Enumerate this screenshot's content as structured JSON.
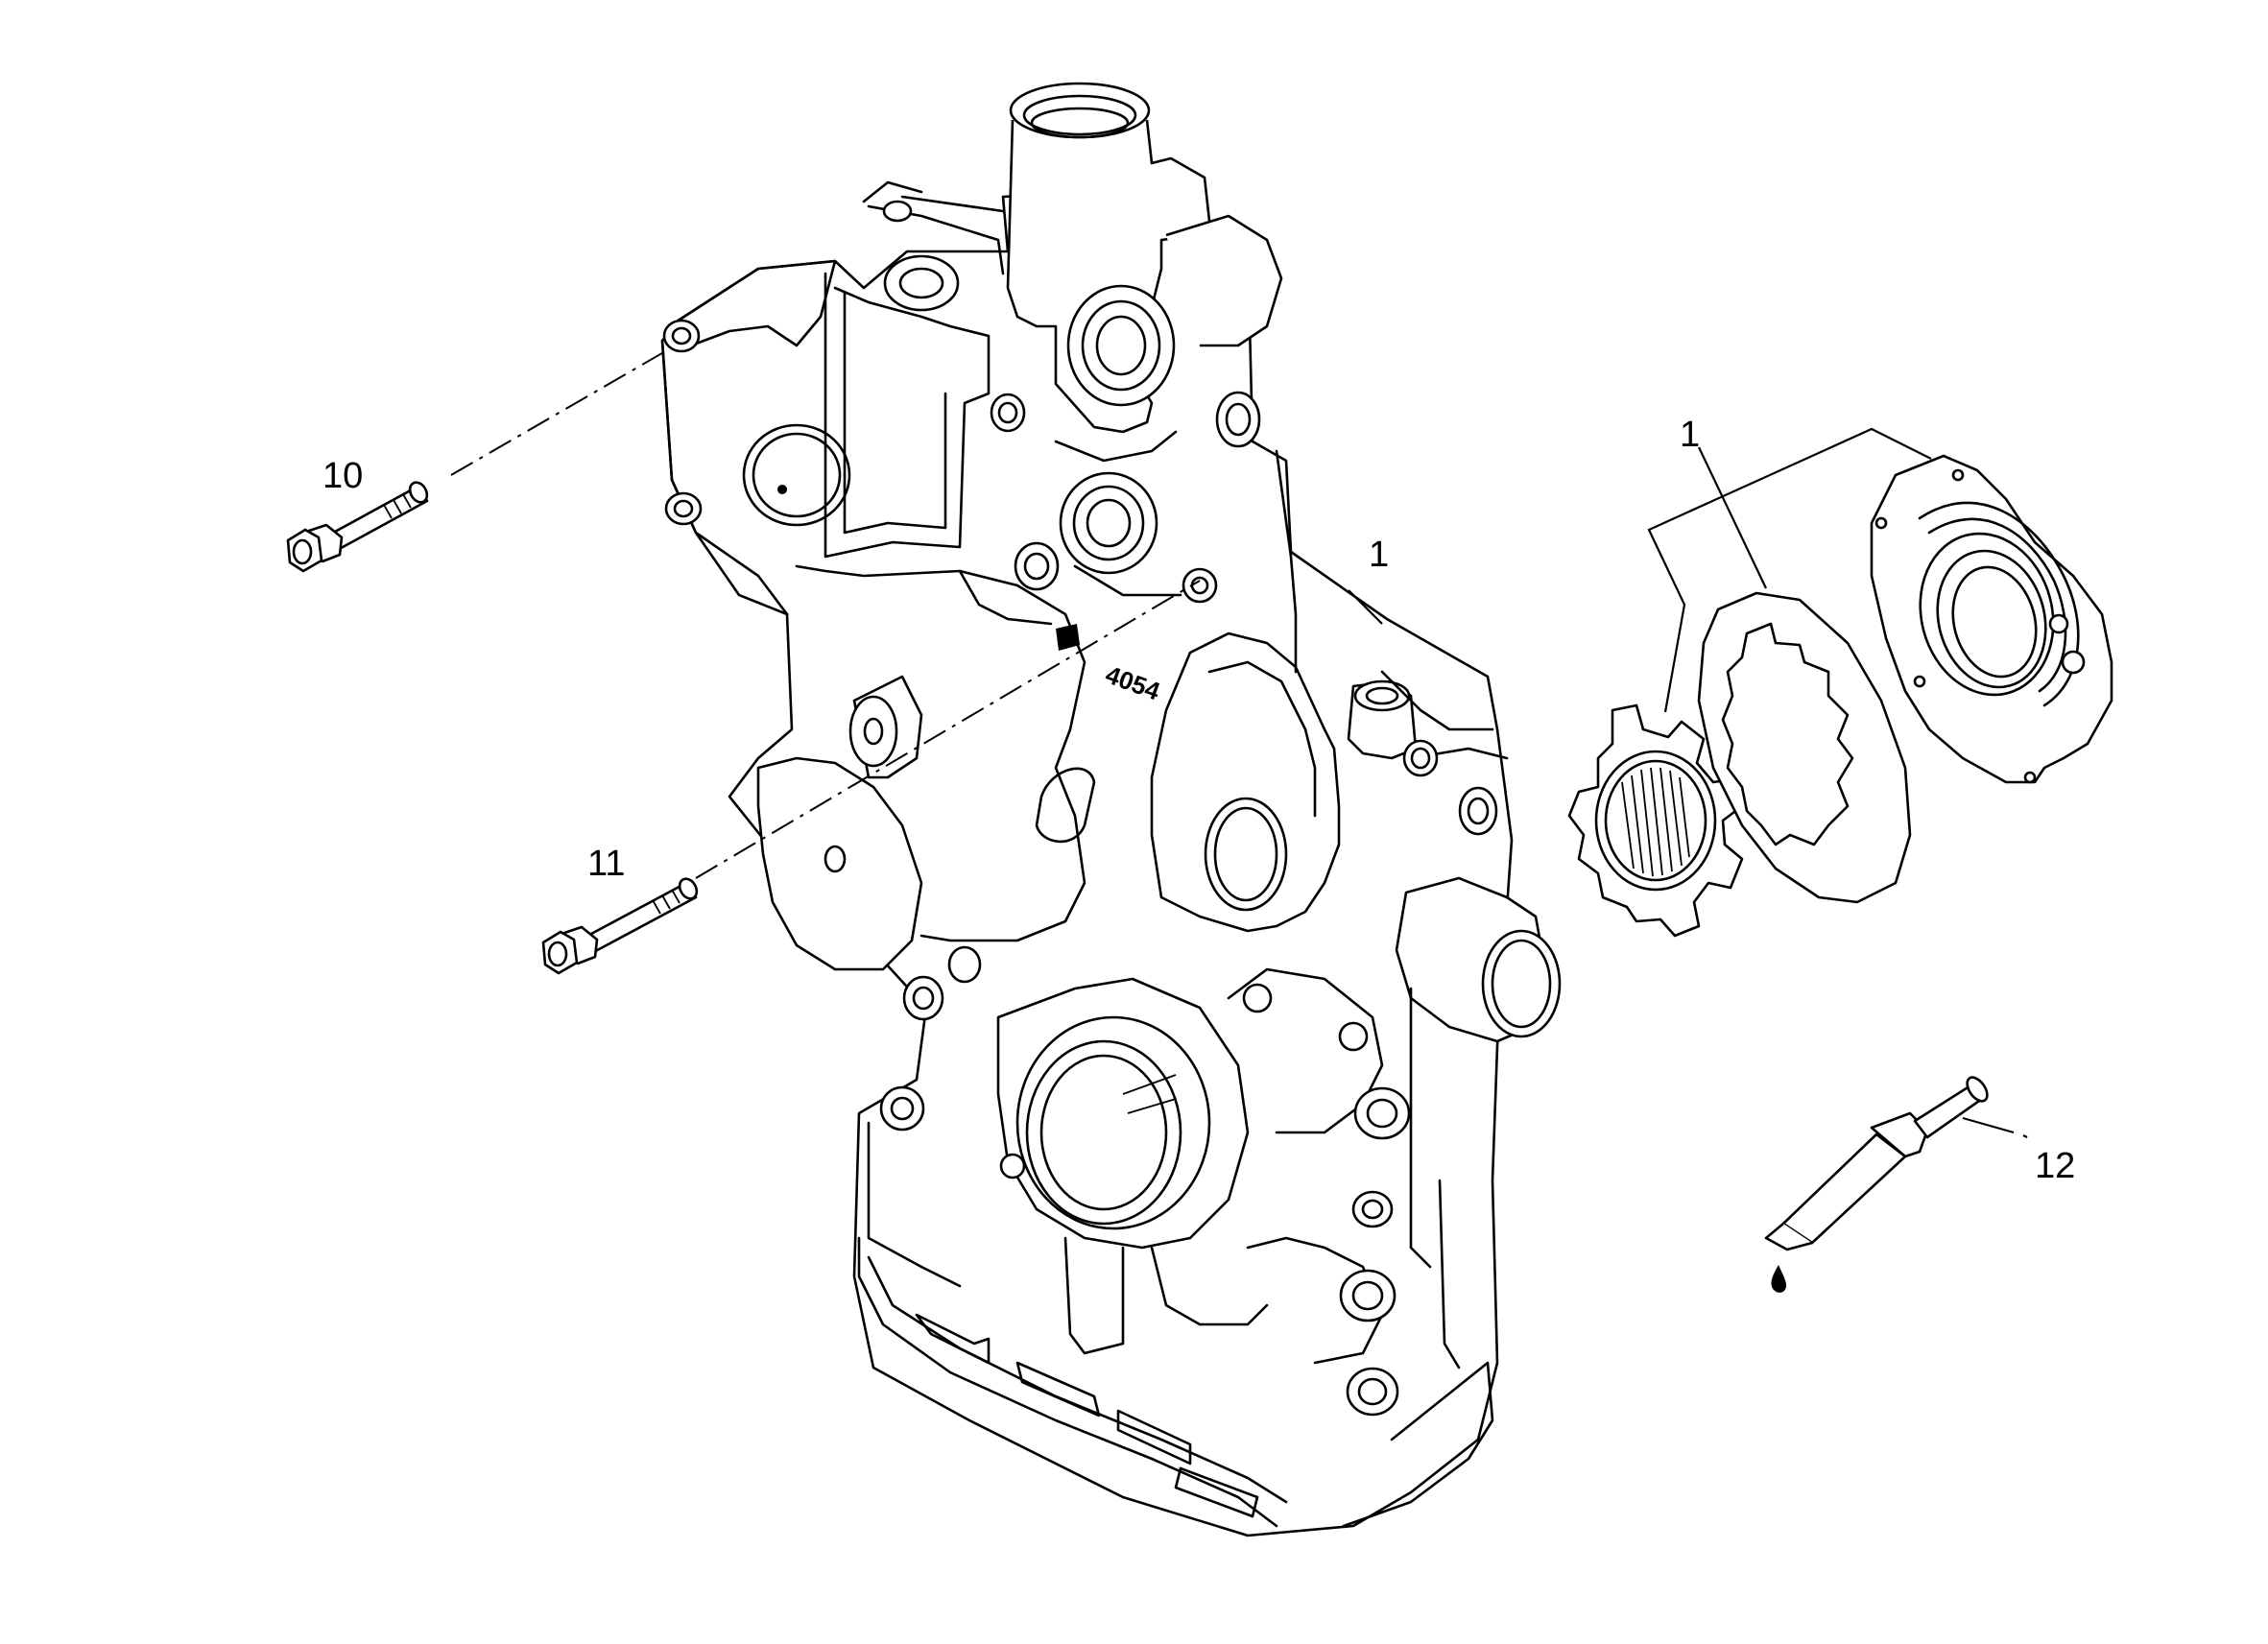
{
  "diagram": {
    "callouts": [
      {
        "id": "c10",
        "label": "10"
      },
      {
        "id": "c11",
        "label": "11"
      },
      {
        "id": "c1a",
        "label": "1"
      },
      {
        "id": "c1b",
        "label": "1"
      },
      {
        "id": "c12",
        "label": "12"
      }
    ],
    "badge_text": "4054"
  }
}
